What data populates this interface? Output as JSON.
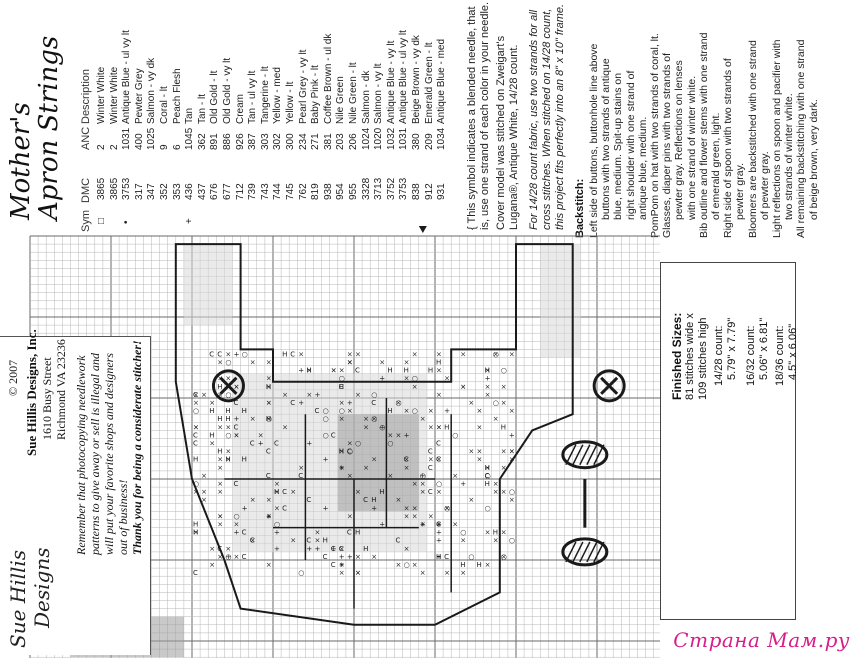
{
  "pattern": {
    "title_line1": "Mother's",
    "title_line2": "Apron Strings"
  },
  "legend": {
    "headers": {
      "sym": "Sym",
      "dmc": "DMC",
      "anc": "ANC",
      "desc": "Description"
    },
    "rows": [
      {
        "sym": "□",
        "dmc": "3865",
        "anc": "2",
        "desc": "Winter White"
      },
      {
        "sym": "",
        "dmc": "3865",
        "anc": "2",
        "desc": "Winter White"
      },
      {
        "sym": "•",
        "dmc": "3753",
        "anc": "1031",
        "desc": "Antique Blue - ul vy lt"
      },
      {
        "sym": "",
        "dmc": "317",
        "anc": "400",
        "desc": "Pewter Grey"
      },
      {
        "sym": "",
        "dmc": "347",
        "anc": "1025",
        "desc": "Salmon - vy dk"
      },
      {
        "sym": "",
        "dmc": "352",
        "anc": "9",
        "desc": "Coral - lt"
      },
      {
        "sym": "",
        "dmc": "353",
        "anc": "6",
        "desc": "Peach Flesh"
      },
      {
        "sym": "+",
        "dmc": "436",
        "anc": "1045",
        "desc": "Tan"
      },
      {
        "sym": "",
        "dmc": "437",
        "anc": "362",
        "desc": "Tan - lt"
      },
      {
        "sym": "",
        "dmc": "676",
        "anc": "891",
        "desc": "Old Gold - lt"
      },
      {
        "sym": "",
        "dmc": "677",
        "anc": "886",
        "desc": "Old Gold - vy lt"
      },
      {
        "sym": "",
        "dmc": "712",
        "anc": "926",
        "desc": "Cream"
      },
      {
        "sym": "",
        "dmc": "739",
        "anc": "387",
        "desc": "Tan - ul vy lt"
      },
      {
        "sym": "",
        "dmc": "743",
        "anc": "303",
        "desc": "Tangerine - lt"
      },
      {
        "sym": "",
        "dmc": "744",
        "anc": "302",
        "desc": "Yellow - med"
      },
      {
        "sym": "",
        "dmc": "745",
        "anc": "300",
        "desc": "Yellow - lt"
      },
      {
        "sym": "",
        "dmc": "762",
        "anc": "234",
        "desc": "Pearl Grey - vy lt"
      },
      {
        "sym": "",
        "dmc": "819",
        "anc": "271",
        "desc": "Baby Pink - lt"
      },
      {
        "sym": "",
        "dmc": "938",
        "anc": "381",
        "desc": "Coffee Brown - ul dk"
      },
      {
        "sym": "",
        "dmc": "954",
        "anc": "203",
        "desc": "Nile Green"
      },
      {
        "sym": "",
        "dmc": "955",
        "anc": "206",
        "desc": "Nile Green - lt"
      },
      {
        "sym": "",
        "dmc": "3328",
        "anc": "1024",
        "desc": "Salmon - dk"
      },
      {
        "sym": "",
        "dmc": "3713",
        "anc": "1020",
        "desc": "Salmon - vy lt"
      },
      {
        "sym": "",
        "dmc": "3752",
        "anc": "1032",
        "desc": "Antique Blue - vy lt"
      },
      {
        "sym": "",
        "dmc": "3753",
        "anc": "1031",
        "desc": "Antique Blue - ul vy lt"
      },
      {
        "sym": "",
        "dmc": "838",
        "anc": "380",
        "desc": "Beige Brown - vy dk"
      },
      {
        "sym": "",
        "dmc": "912",
        "anc": "209",
        "desc": "Emerald Green - lt"
      },
      {
        "sym": "",
        "dmc": "931",
        "anc": "1034",
        "desc": "Antique Blue - med"
      }
    ]
  },
  "notes": {
    "blended_1": "{ This symbol indicates a blended needle, that",
    "blended_2": "is, use one strand of each color in your needle.",
    "cover_1": "Cover model was stitched on Zweigart's",
    "cover_2": "Lugana®, Antique White, 14/28 count.",
    "fabric_1": "For 14/28 count fabric, use two strands for all",
    "fabric_2": "cross stitches. When stitched on 14/28 count,",
    "fabric_3": "this project fits perfectly into an 8\" x 10\" frame."
  },
  "backstitch": {
    "heading": "Backstitch:",
    "lines": [
      "Left side of buttons, buttonhole line above",
      "buttons with two strands of antique",
      "blue, medium.  Spit-up stains on",
      "right shoulder with one strand of",
      "antique blue, medium.",
      "PomPom on hat with two strands of coral, lt.",
      "Glasses, diaper pins with two strands of",
      "pewter gray.  Reflections on lenses",
      "with one strand of winter white.",
      "Bib outline and flower stems with one strand",
      "of emerald green, light.",
      "Right side of spoon with two strands of",
      "pewter gray.",
      "Bloomers are backstitched with one strand",
      "of pewter gray.",
      "Light reflections on spoon and pacifier with",
      "two strands of winter white.",
      "All remaining backstitching with one strand",
      "of beige brown, very dark."
    ]
  },
  "publisher": {
    "copyright": "© 2007",
    "name": "Sue Hillis Designs, Inc.",
    "street": "1610 Busy Street",
    "city": "Richmond VA 23236",
    "warning_1": "Remember that photocopying needlework",
    "warning_2": "patterns to give away or sell is illegal and",
    "warning_3": "will put your favorite shops and designers",
    "warning_4": "out of business!",
    "warning_5": "Thank you for being a considerate stitcher!",
    "logo_1": "Sue Hillis",
    "logo_2": "Designs"
  },
  "finished_sizes": {
    "heading": "Finished Sizes:",
    "stitches_1": "81 stitches wide x",
    "stitches_2": "109 stitches high",
    "c14_label": "14/28 count:",
    "c14_value": "5.79\" x 7.79\"",
    "c16_label": "16/32 count:",
    "c16_value": "5.06\" x 6.81\"",
    "c18_label": "18/36 count:",
    "c18_value": "4.5\" x 6.06\""
  },
  "watermark": "Страна Мам.ру",
  "colors": {
    "ink": "#1a1a1a",
    "grid_line": "#b5b5b5",
    "grid_major": "#6a6a6a",
    "fill_light": "#d9d9d9",
    "fill_medium": "#9d9d9d",
    "watermark": "#d61f8a"
  }
}
